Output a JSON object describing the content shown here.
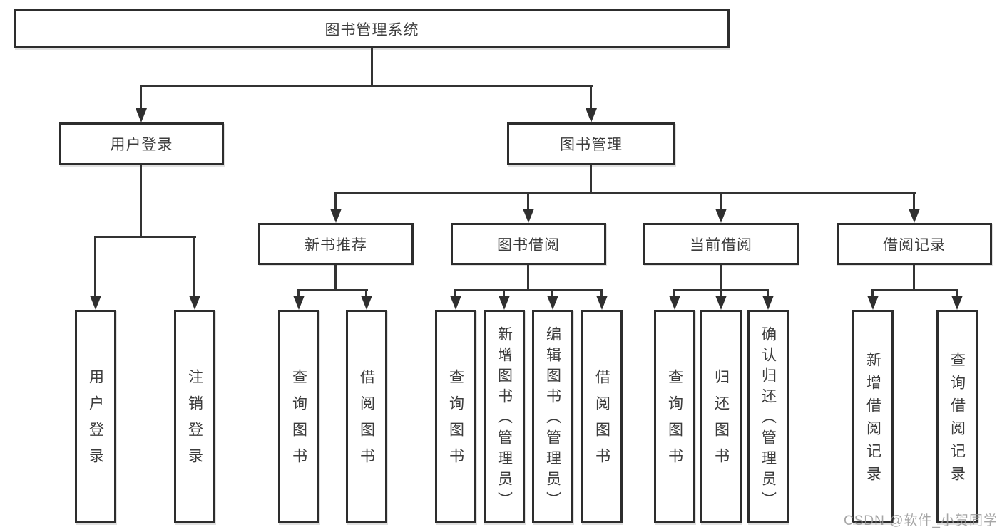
{
  "diagram": {
    "type": "tree",
    "root": {
      "label": "图书管理系统"
    },
    "level1": [
      {
        "id": "user-login",
        "label": "用户登录",
        "parent": "图书管理系统"
      },
      {
        "id": "book-management",
        "label": "图书管理",
        "parent": "图书管理系统"
      }
    ],
    "level2": [
      {
        "id": "new-book-recommend",
        "label": "新书推荐",
        "parent": "图书管理"
      },
      {
        "id": "book-borrow",
        "label": "图书借阅",
        "parent": "图书管理"
      },
      {
        "id": "current-borrow",
        "label": "当前借阅",
        "parent": "图书管理"
      },
      {
        "id": "borrow-records",
        "label": "借阅记录",
        "parent": "图书管理"
      }
    ],
    "leaves": [
      {
        "label": "用户登录",
        "parent": "用户登录"
      },
      {
        "label": "注销登录",
        "parent": "用户登录"
      },
      {
        "label": "查询图书",
        "parent": "新书推荐"
      },
      {
        "label": "借阅图书",
        "parent": "新书推荐"
      },
      {
        "label": "查询图书",
        "parent": "图书借阅"
      },
      {
        "label": "新增图书（管理员）",
        "parent": "图书借阅"
      },
      {
        "label": "编辑图书（管理员）",
        "parent": "图书借阅"
      },
      {
        "label": "借阅图书",
        "parent": "图书借阅"
      },
      {
        "label": "查询图书",
        "parent": "当前借阅"
      },
      {
        "label": "归还图书",
        "parent": "当前借阅"
      },
      {
        "label": "确认归还（管理员）",
        "parent": "当前借阅"
      },
      {
        "label": "新增借阅记录",
        "parent": "借阅记录"
      },
      {
        "label": "查询借阅记录",
        "parent": "借阅记录"
      }
    ]
  },
  "watermark": "CSDN @软件_小贺同学",
  "colors": {
    "line": "#333333",
    "box_border": "#2d2d2d",
    "text": "#3c3c3c",
    "background": "#ffffff",
    "watermark": "#969696"
  }
}
